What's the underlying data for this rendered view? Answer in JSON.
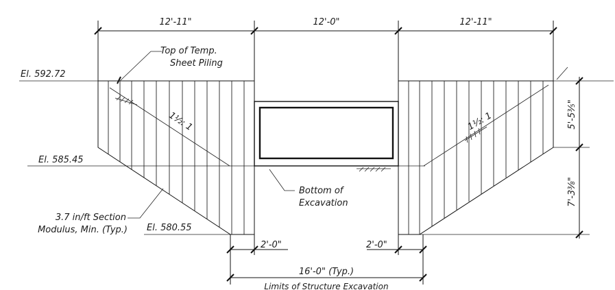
{
  "dimensions": {
    "top_left": "12'-11\"",
    "top_middle": "12'-0\"",
    "top_right": "12'-11\"",
    "right_upper": "5'-5⅗\"",
    "right_lower": "7'-3⅜\"",
    "bottom_left_offset": "2'-0\"",
    "bottom_right_offset": "2'-0\"",
    "bottom_total": "16'-0\" (Typ.)"
  },
  "elevations": {
    "top": "El. 592.72",
    "middle": "El. 585.45",
    "bottom": "El. 580.55"
  },
  "notes": {
    "top_piling_line1": "Top of Temp.",
    "top_piling_line2": "Sheet Piling",
    "bottom_excavation_line1": "Bottom of",
    "bottom_excavation_line2": "Excavation",
    "section_modulus_line1": "3.7 in/ft Section",
    "section_modulus_line2": "Modulus, Min. (Typ.)",
    "limits": "Limits of Structure Excavation"
  },
  "slopes": {
    "left": "1½: 1",
    "right": "1½: 1"
  }
}
